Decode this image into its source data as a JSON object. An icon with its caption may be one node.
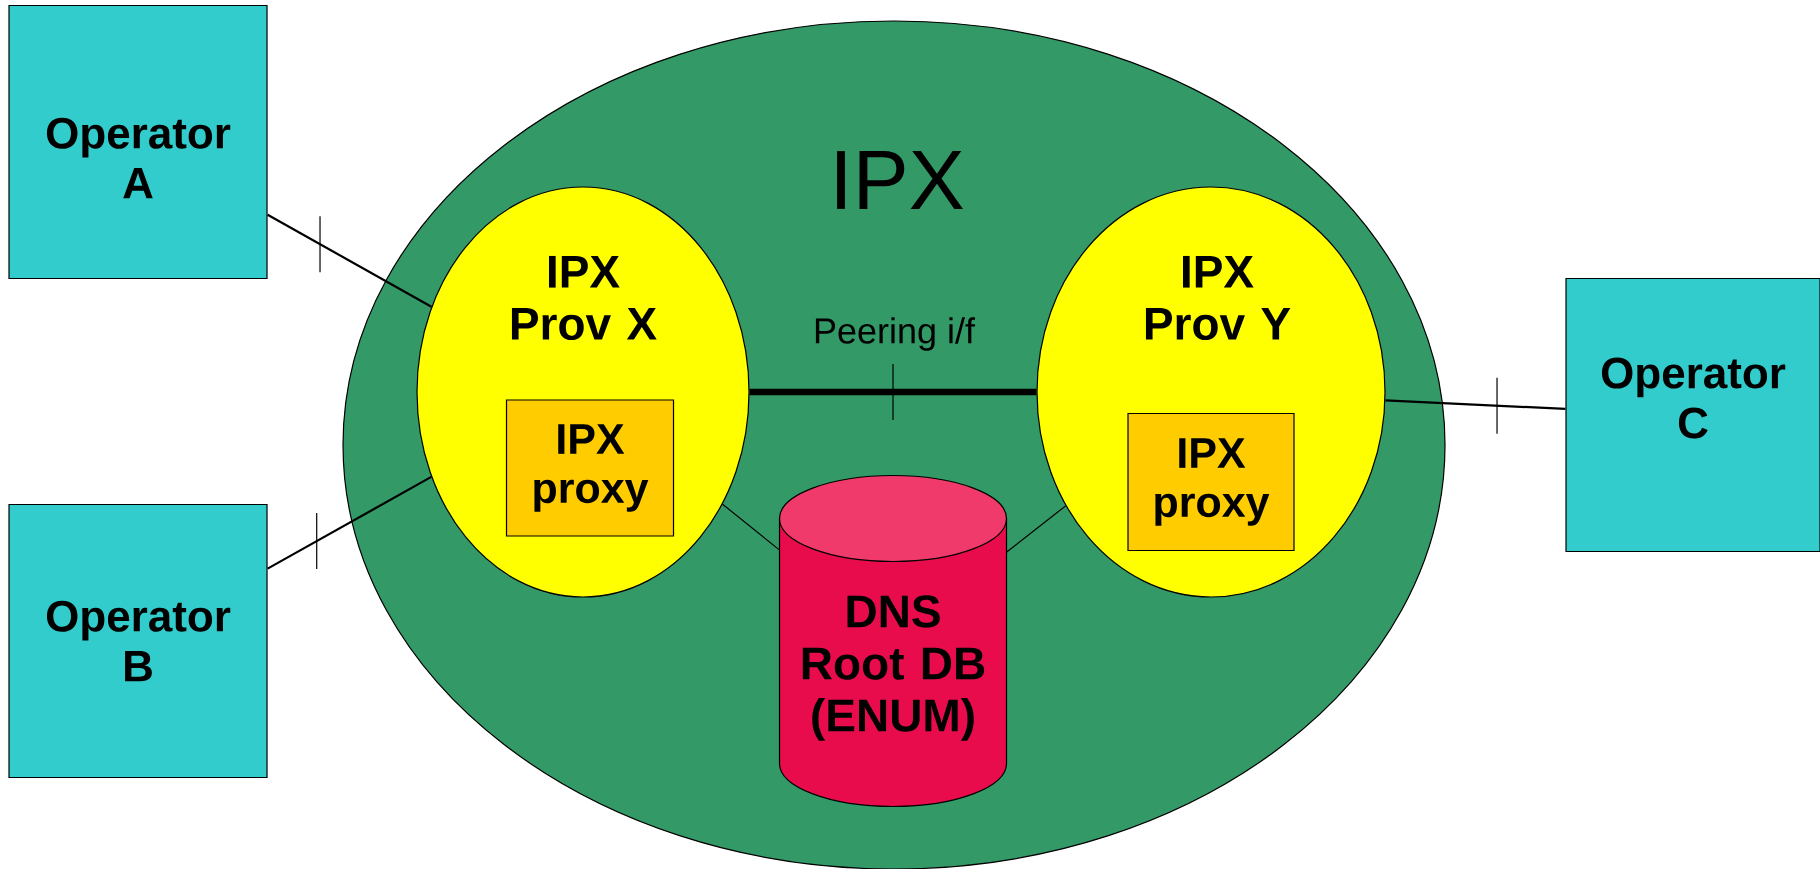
{
  "diagram": {
    "nodes": [
      {
        "text": [
          "IPX"
        ]
      },
      {
        "text": [
          "IPX Prov X"
        ],
        "in": 0
      },
      {
        "text": [
          "IPX proxy"
        ],
        "in": 1
      },
      {
        "text": [
          "IPX Prov Y"
        ],
        "in": 0
      },
      {
        "text": [
          "IPX proxy"
        ],
        "in": 3
      },
      {
        "text": [
          "DNS Root DB (ENUM)"
        ],
        "in": 0
      },
      {
        "text": [
          "Operator A"
        ]
      },
      {
        "text": [
          "Operator B"
        ]
      },
      {
        "text": [
          "Operator C"
        ]
      }
    ],
    "edges": [
      {
        "from": 6,
        "to": 1,
        "arrow": "none"
      },
      {
        "from": 7,
        "to": 1,
        "arrow": "none"
      },
      {
        "from": 1,
        "to": 3,
        "arrow": "none",
        "label": "Peering i/f",
        "style": "thick"
      },
      {
        "from": 3,
        "to": 8,
        "arrow": "none"
      },
      {
        "from": 1,
        "to": 5,
        "arrow": "none"
      },
      {
        "from": 3,
        "to": 5,
        "arrow": "none"
      }
    ]
  }
}
